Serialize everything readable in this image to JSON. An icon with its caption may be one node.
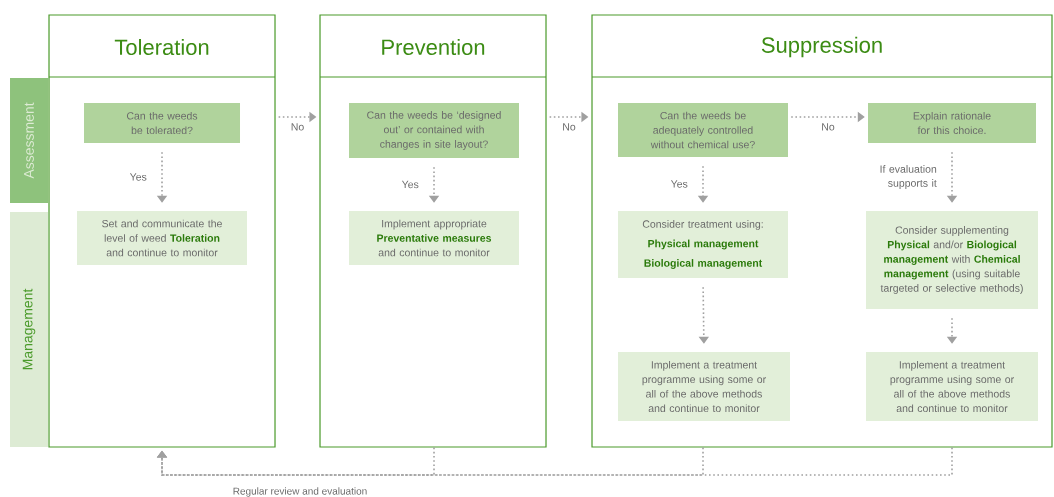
{
  "diagram": {
    "nodes": [
      {
        "text": [
          "Toleration"
        ]
      },
      {
        "text": [
          "Prevention"
        ]
      },
      {
        "text": [
          "Suppression"
        ]
      },
      {
        "text": [
          "Assessment"
        ]
      },
      {
        "text": [
          "Management"
        ]
      },
      {
        "text": [
          "Can the weeds be tolerated?"
        ],
        "in": 0
      },
      {
        "text": [
          "Set and communicate the level of weed **Toleration** and continue to monitor"
        ],
        "in": 0
      },
      {
        "text": [
          "Can the weeds be ‘designed out’ or contained with changes in site layout?"
        ],
        "in": 1
      },
      {
        "text": [
          "Implement appropriate **Preventative measures** and continue to monitor"
        ],
        "in": 1
      },
      {
        "text": [
          "Can the weeds be adequately controlled without chemical use?"
        ],
        "in": 2
      },
      {
        "text": [
          "Explain rationale for this choice."
        ],
        "in": 2
      },
      {
        "text": [
          "Consider treatment using:",
          "Physical management",
          "Biological management"
        ],
        "in": 2
      },
      {
        "text": [
          "Consider supplementing **Physical** and/or **Biological management** with **Chemical management** (using suitable targeted or selective methods)"
        ],
        "in": 2
      },
      {
        "text": [
          "Implement a treatment programme using some or all of the above methods and continue to monitor"
        ],
        "in": 2
      },
      {
        "text": [
          "Implement a treatment programme using some or all of the above methods and continue to monitor"
        ],
        "in": 2
      }
    ],
    "edges": [
      {
        "from": 0,
        "to": 1,
        "arrow": "to",
        "label": "No"
      },
      {
        "from": 1,
        "to": 2,
        "arrow": "to",
        "label": "No"
      },
      {
        "from": 9,
        "to": 10,
        "arrow": "to",
        "label": "No"
      },
      {
        "from": 5,
        "to": 6,
        "arrow": "to",
        "label": "Yes"
      },
      {
        "from": 7,
        "to": 8,
        "arrow": "to",
        "label": "Yes"
      },
      {
        "from": 9,
        "to": 11,
        "arrow": "to",
        "label": "Yes"
      },
      {
        "from": 10,
        "to": 12,
        "arrow": "to",
        "label": "If evaluation supports it"
      },
      {
        "from": 11,
        "to": 13,
        "arrow": "to"
      },
      {
        "from": 12,
        "to": 14,
        "arrow": "to"
      },
      {
        "from": 1,
        "to": 0,
        "arrow": "to"
      },
      {
        "from": 2,
        "to": 0,
        "arrow": "to"
      },
      {
        "from": 2,
        "to": 0,
        "arrow": "to"
      }
    ],
    "labels": [
      "Regular review and evaluation"
    ]
  }
}
